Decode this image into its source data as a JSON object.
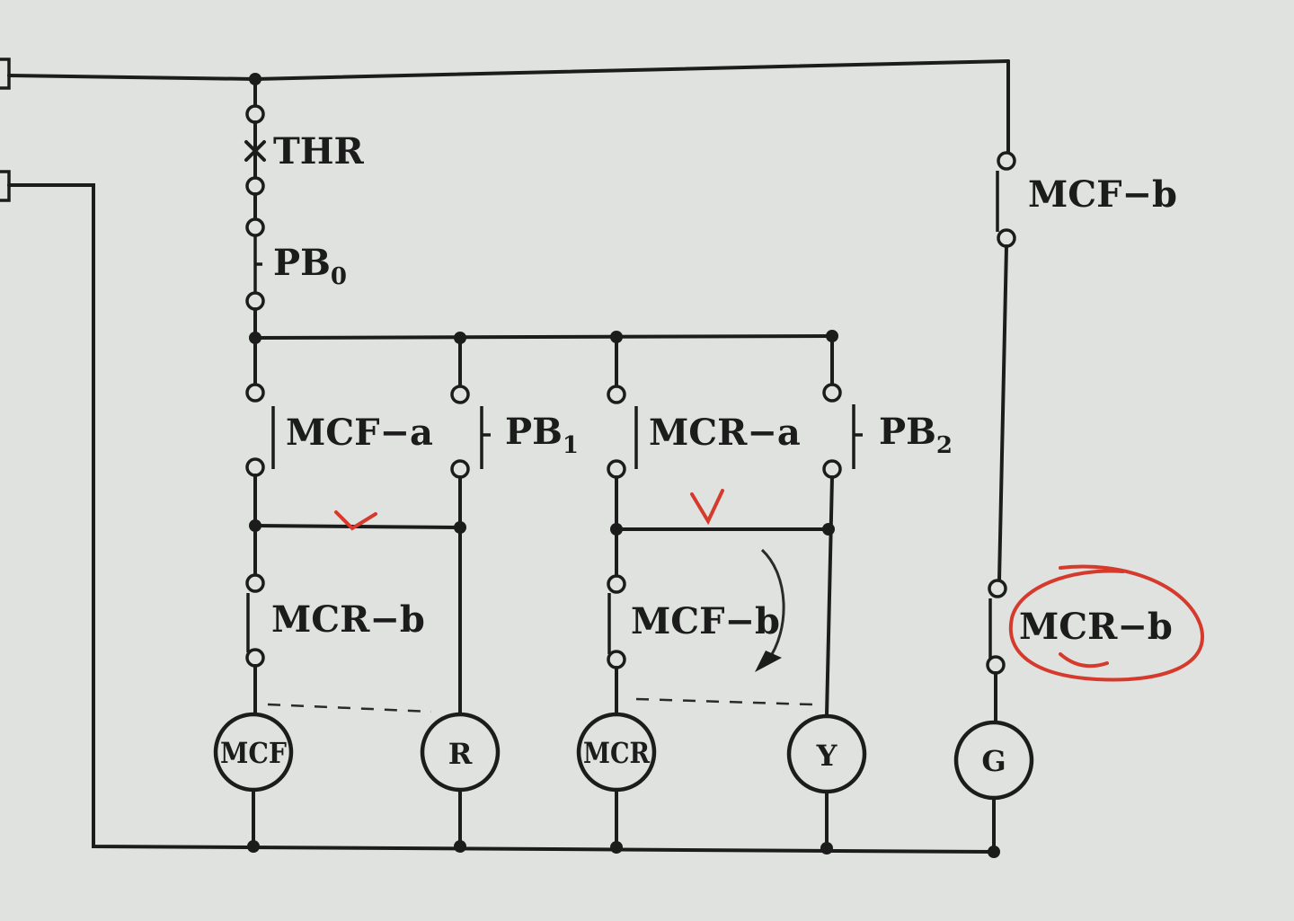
{
  "labels": {
    "thr": "THR",
    "pb0_main": "PB",
    "pb0_sub": "0",
    "mcf_a": "MCF−a",
    "pb1_main": "PB",
    "pb1_sub": "1",
    "mcr_a": "MCR−a",
    "pb2_main": "PB",
    "pb2_sub": "2",
    "mcr_b_left": "MCR−b",
    "mcf_b_mid": "MCF−b",
    "mcf_b_right": "MCF−b",
    "mcr_b_right": "MCR−b"
  },
  "coils": {
    "mcf": "MCF",
    "r": "R",
    "mcr": "MCR",
    "y": "Y",
    "g": "G"
  },
  "colors": {
    "ink": "#1c1c1c",
    "paper": "#dfe2df",
    "annotation": "#d63a2c"
  }
}
